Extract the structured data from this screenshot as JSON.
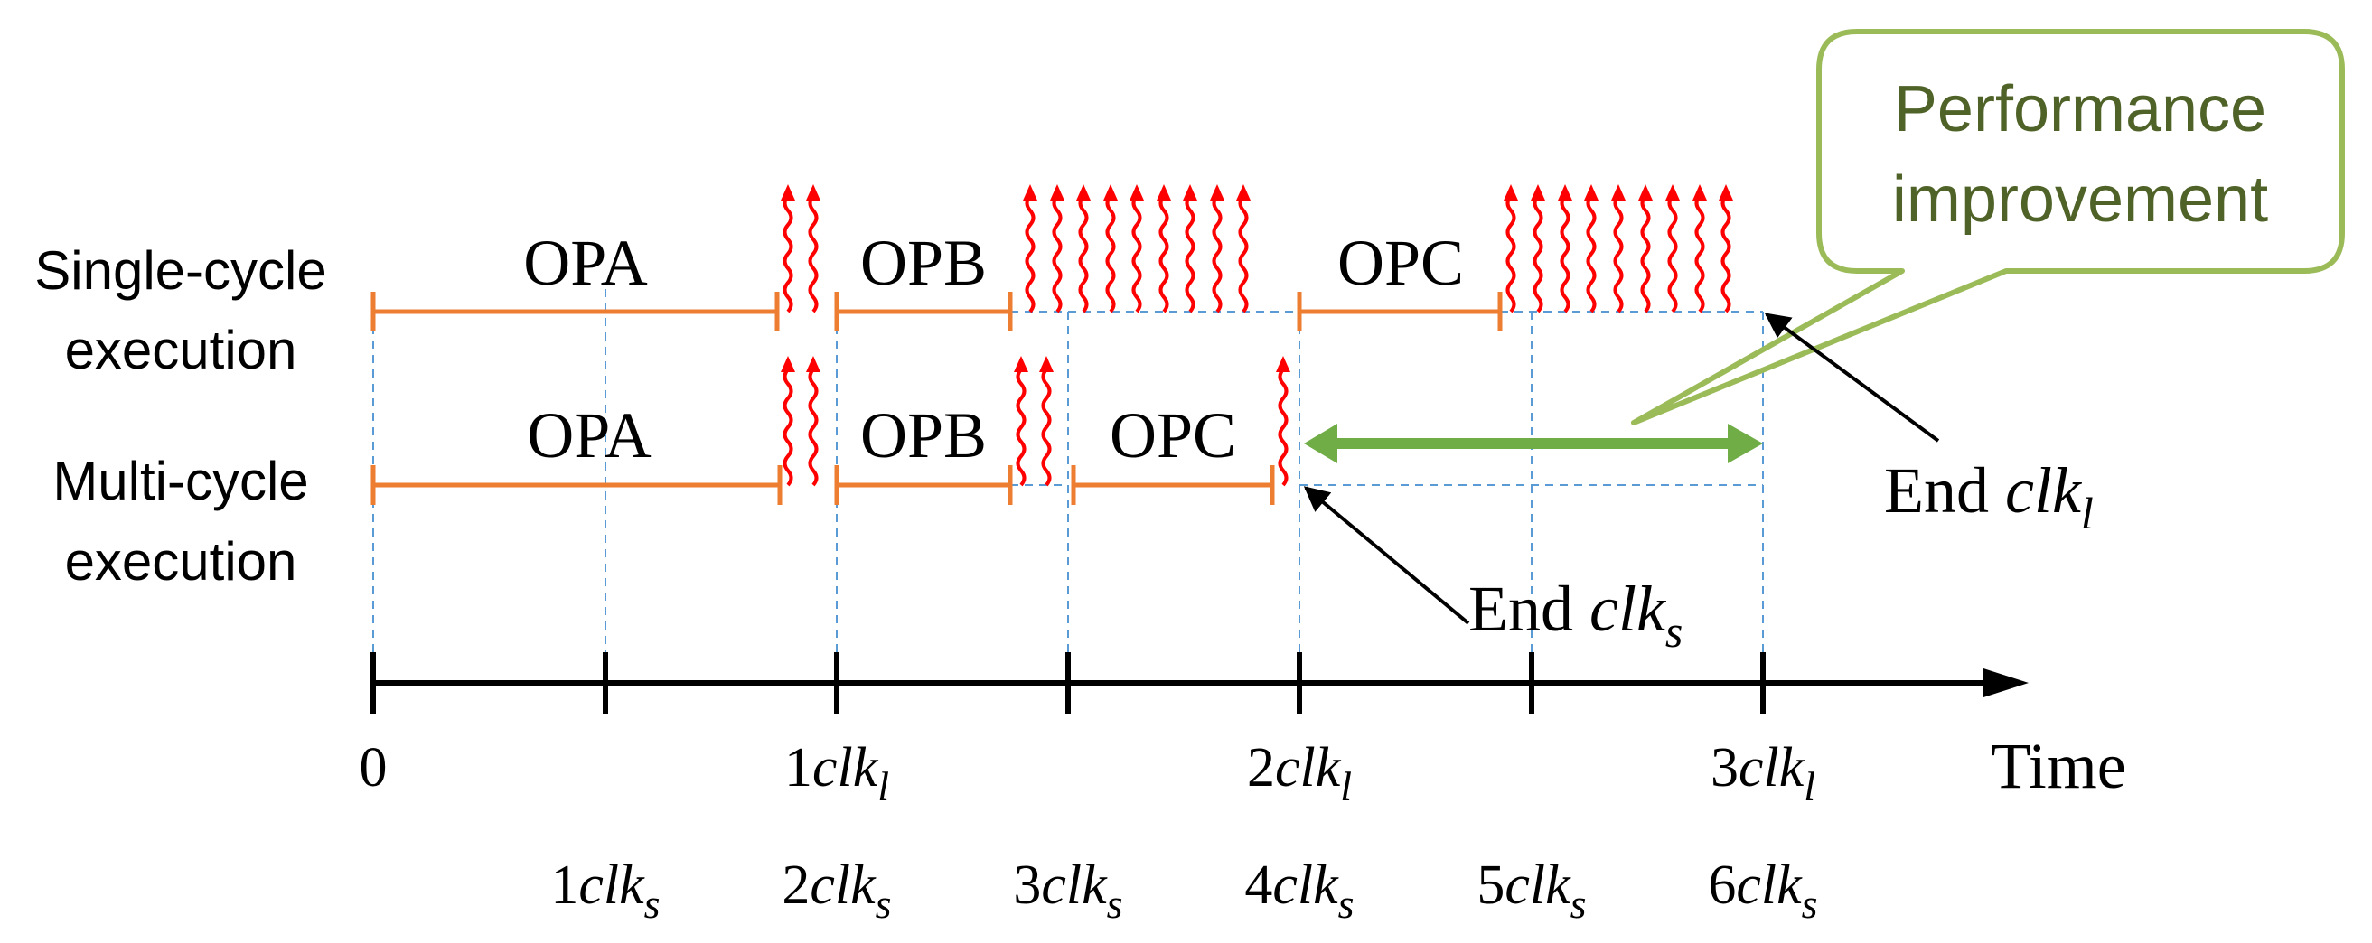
{
  "rows": {
    "single": {
      "label_line1": "Single-cycle",
      "label_line2": "execution"
    },
    "multi": {
      "label_line1": "Multi-cycle",
      "label_line2": "execution"
    }
  },
  "ops": {
    "single": [
      "OPA",
      "OPB",
      "OPC"
    ],
    "multi": [
      "OPA",
      "OPB",
      "OPC"
    ]
  },
  "axis": {
    "time_label": "Time",
    "long_ticks": [
      {
        "num": "0",
        "sym": "",
        "sub": ""
      },
      {
        "num": "1",
        "sym": "clk",
        "sub": "l"
      },
      {
        "num": "2",
        "sym": "clk",
        "sub": "l"
      },
      {
        "num": "3",
        "sym": "clk",
        "sub": "l"
      }
    ],
    "short_ticks": [
      {
        "num": "1",
        "sym": "clk",
        "sub": "s"
      },
      {
        "num": "2",
        "sym": "clk",
        "sub": "s"
      },
      {
        "num": "3",
        "sym": "clk",
        "sub": "s"
      },
      {
        "num": "4",
        "sym": "clk",
        "sub": "s"
      },
      {
        "num": "5",
        "sym": "clk",
        "sub": "s"
      },
      {
        "num": "6",
        "sym": "clk",
        "sub": "s"
      }
    ]
  },
  "annotations": {
    "end_long": {
      "prefix": "End ",
      "sym": "clk",
      "sub": "l"
    },
    "end_short": {
      "prefix": "End ",
      "sym": "clk",
      "sub": "s"
    }
  },
  "callout": {
    "line1": "Performance",
    "line2": "improvement"
  },
  "colors": {
    "op_bar": "#ed7d31",
    "overhead": "#ff0000",
    "guide": "#5b9bd5",
    "gain_arrow": "#70ad47",
    "callout_border": "#9bbb59",
    "callout_text": "#4f6228",
    "axis": "#000000"
  }
}
